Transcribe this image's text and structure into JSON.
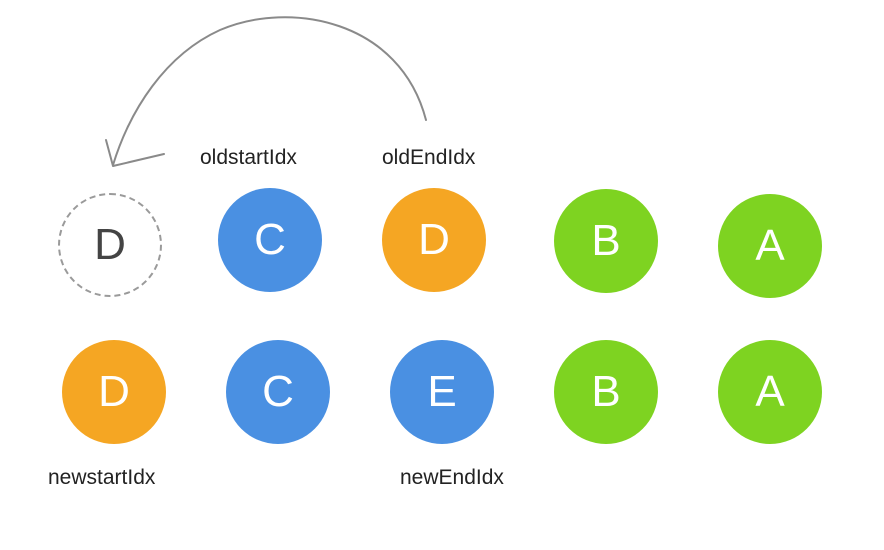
{
  "colors": {
    "orange": "#f5a623",
    "blue": "#4a90e2",
    "green": "#7ed321",
    "ghost_border": "#9a9a9a",
    "arrow": "#8a8a8a"
  },
  "old_row": [
    {
      "letter": "D",
      "style": "ghost"
    },
    {
      "letter": "C",
      "color": "#4a90e2"
    },
    {
      "letter": "D",
      "color": "#f5a623"
    },
    {
      "letter": "B",
      "color": "#7ed321"
    },
    {
      "letter": "A",
      "color": "#7ed321"
    }
  ],
  "new_row": [
    {
      "letter": "D",
      "color": "#f5a623"
    },
    {
      "letter": "C",
      "color": "#4a90e2"
    },
    {
      "letter": "E",
      "color": "#4a90e2"
    },
    {
      "letter": "B",
      "color": "#7ed321"
    },
    {
      "letter": "A",
      "color": "#7ed321"
    }
  ],
  "labels": {
    "old_start": "oldstartIdx",
    "old_end": "oldEndIdx",
    "new_start": "newstartIdx",
    "new_end": "newEndIdx"
  }
}
